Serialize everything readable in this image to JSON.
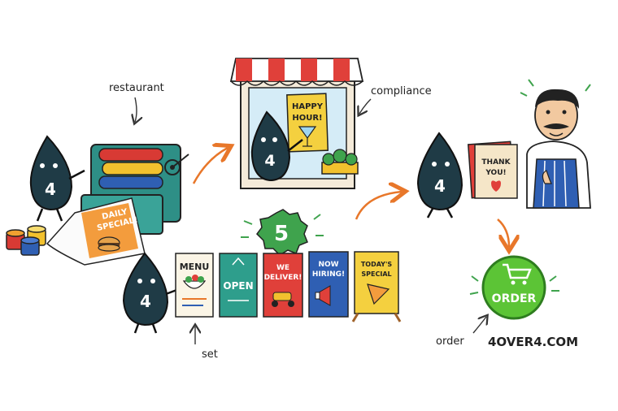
{
  "annotations": {
    "restaurant": "restaurant",
    "compliance": "compliance",
    "set": "set",
    "order": "order"
  },
  "mascot_number": "4",
  "step_badge": "5",
  "banner": {
    "line1": "DAILY",
    "line2": "SPECIAL!"
  },
  "window_sign": {
    "line1": "HAPPY",
    "line2": "HOUR!"
  },
  "thank_you_card": {
    "line1": "THANK",
    "line2": "YOU!"
  },
  "signs": {
    "menu": "MENU",
    "open": "OPEN",
    "delivery": {
      "line1": "WE",
      "line2": "DELIVER!"
    },
    "hiring": {
      "line1": "NOW",
      "line2": "HIRING!"
    },
    "special": {
      "line1": "TODAY'S",
      "line2": "SPECIAL"
    }
  },
  "order_button": "ORDER",
  "website": "4OVER4.COM",
  "colors": {
    "mascot": "#1f3b46",
    "arrow": "#e8772a",
    "badge": "#3fa34d",
    "order": "#5cc436",
    "awning_red": "#e0403a",
    "sign_yellow": "#f4d03f"
  },
  "icons": [
    "printing-press-icon",
    "burger-icon",
    "cocktail-icon",
    "heart-icon",
    "salad-icon",
    "scooter-icon",
    "megaphone-icon",
    "pizza-icon",
    "cart-icon"
  ]
}
